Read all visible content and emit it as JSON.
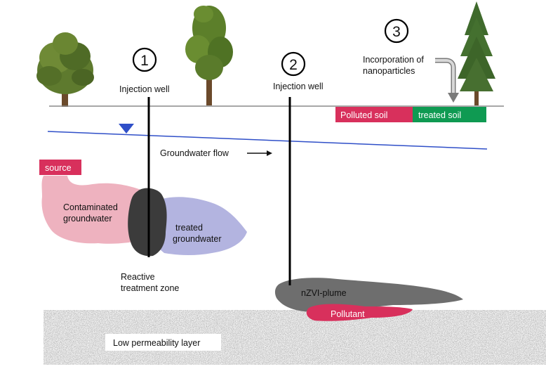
{
  "markers": {
    "m1": "1",
    "m2": "2",
    "m3": "3"
  },
  "labels": {
    "injection_well_1": "Injection well",
    "injection_well_2": "Injection well",
    "incorporation_line1": "Incorporation of",
    "incorporation_line2": "nanoparticles",
    "polluted_soil": "Polluted soil",
    "treated_soil": "treated soil",
    "groundwater_flow": "Groundwater flow",
    "source": "source",
    "contaminated_line1": "Contaminated",
    "contaminated_line2": "groundwater",
    "treated_line1": "treated",
    "treated_line2": "groundwater",
    "reactive_line1": "Reactive",
    "reactive_line2": "treatment zone",
    "nzvi_plume": "nZVI-plume",
    "pollutant": "Pollutant",
    "low_permeability": "Low permeability layer"
  },
  "colors": {
    "pollutant": "#d8305c",
    "treated": "#0f9a52",
    "contaminated_plume": "#eeb2bf",
    "treated_plume": "#b3b4e0",
    "reactive_zone": "#3b3b3b",
    "nzvi": "#6e6e6e",
    "water_table": "#2f4fc8"
  },
  "icons": [
    "tree-icon",
    "water-table-marker-icon",
    "arrow-icon"
  ]
}
